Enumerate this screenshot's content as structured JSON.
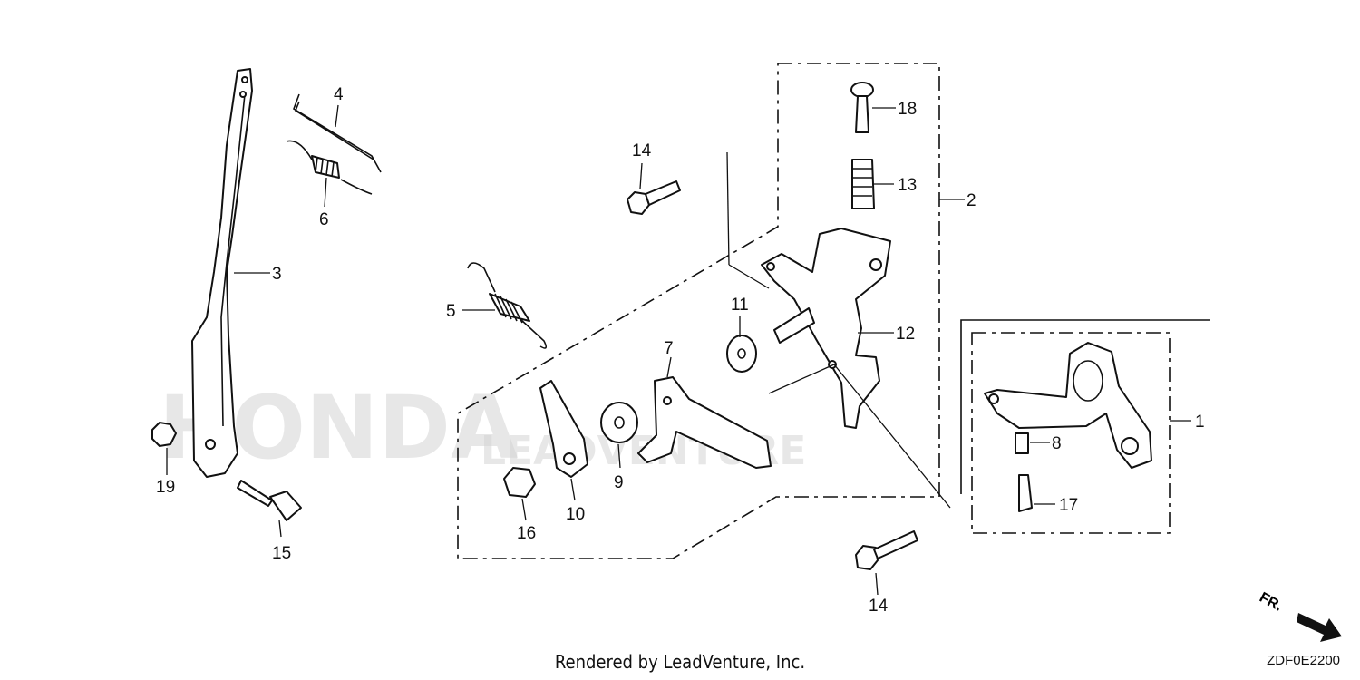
{
  "watermark": {
    "brand": "HONDA",
    "dealer": "LEADVENTURE"
  },
  "callouts": {
    "p1": "1",
    "p2": "2",
    "p3": "3",
    "p4": "4",
    "p5": "5",
    "p6": "6",
    "p7": "7",
    "p8": "8",
    "p9": "9",
    "p10": "10",
    "p11": "11",
    "p12": "12",
    "p13": "13",
    "p14a": "14",
    "p14b": "14",
    "p15": "15",
    "p16": "16",
    "p17": "17",
    "p18": "18",
    "p19": "19"
  },
  "direction_label": "FR.",
  "footer": {
    "credit": "Rendered by LeadVenture, Inc.",
    "diagram_code": "ZDF0E2200"
  },
  "colors": {
    "line": "#111111",
    "watermark": "#d4d4d4",
    "background": "#ffffff"
  }
}
